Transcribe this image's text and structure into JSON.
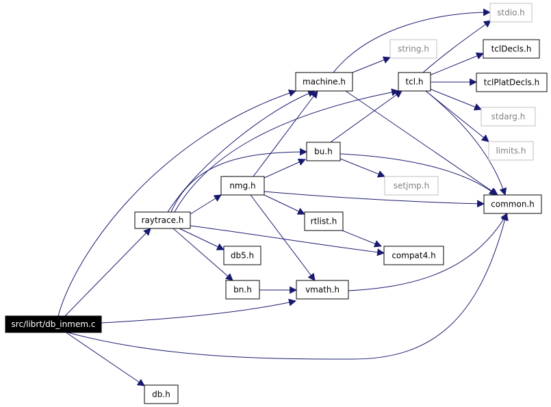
{
  "graph": {
    "colors": {
      "edge": "#191970",
      "node_border": "#000000",
      "missing_border": "#bfbfbf",
      "missing_text": "#808080",
      "root_fill": "#000000",
      "root_text": "#ffffff"
    },
    "nodes": {
      "db_inmem": {
        "label": "src/librt/db_inmem.c"
      },
      "raytrace": {
        "label": "raytrace.h"
      },
      "machine": {
        "label": "machine.h"
      },
      "tcl": {
        "label": "tcl.h"
      },
      "bu": {
        "label": "bu.h"
      },
      "nmg": {
        "label": "nmg.h"
      },
      "stdio": {
        "label": "stdio.h"
      },
      "string": {
        "label": "string.h"
      },
      "tclDecls": {
        "label": "tclDecls.h"
      },
      "tclPlatDecls": {
        "label": "tclPlatDecls.h"
      },
      "stdarg": {
        "label": "stdarg.h"
      },
      "limits": {
        "label": "limits.h"
      },
      "setjmp": {
        "label": "setjmp.h"
      },
      "common": {
        "label": "common.h"
      },
      "rtlist": {
        "label": "rtlist.h"
      },
      "compat4": {
        "label": "compat4.h"
      },
      "db5": {
        "label": "db5.h"
      },
      "bn": {
        "label": "bn.h"
      },
      "vmath": {
        "label": "vmath.h"
      },
      "db": {
        "label": "db.h"
      }
    }
  }
}
